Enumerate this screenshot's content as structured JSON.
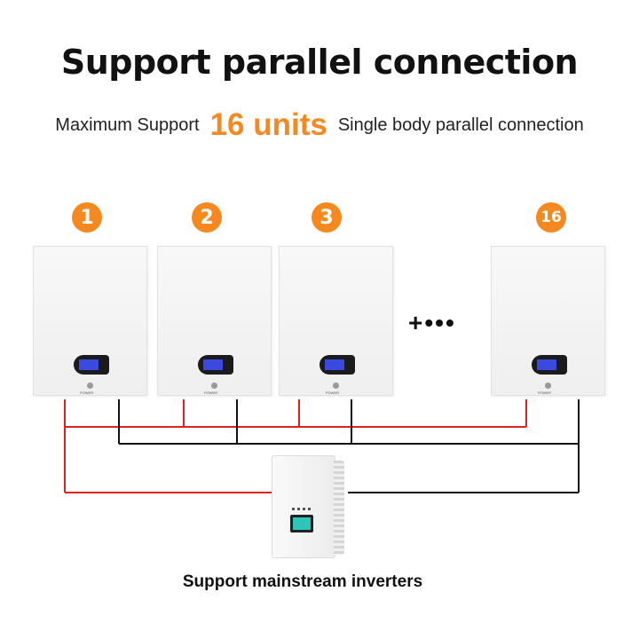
{
  "title": "Support parallel connection",
  "subtitle": {
    "prefix": "Maximum Support",
    "highlight": "16 units",
    "suffix": "Single body parallel connection"
  },
  "units": [
    {
      "badge": "1",
      "power_label": "POWER"
    },
    {
      "badge": "2",
      "power_label": "POWER"
    },
    {
      "badge": "3",
      "power_label": "POWER"
    },
    {
      "badge": "16",
      "power_label": "POWER"
    }
  ],
  "ellipsis": "+•••",
  "caption": "Support mainstream inverters",
  "colors": {
    "accent": "#f5891f",
    "positive_wire": "#e02020",
    "negative_wire": "#111111",
    "lcd_screen": "#3a49e0"
  }
}
